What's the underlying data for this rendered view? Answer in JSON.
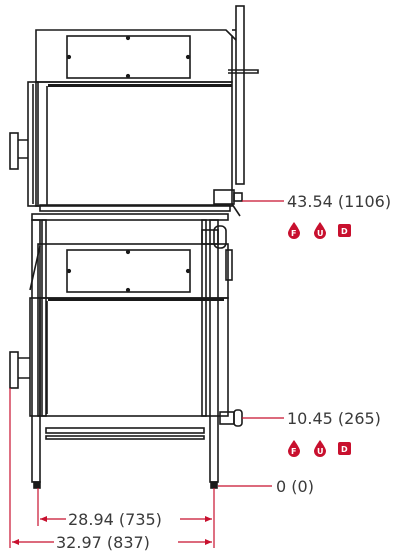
{
  "dimensions": {
    "upper_height": "43.54 (1106)",
    "lower_height": "10.45 (265)",
    "base_height": "0 (0)",
    "inner_width": "28.94 (735)",
    "outer_width": "32.97 (837)"
  },
  "connection_badges": [
    {
      "letter": "F"
    },
    {
      "letter": "U"
    },
    {
      "letter": "D"
    }
  ],
  "colors": {
    "accent": "#c8102e",
    "line": "#1a1a1a",
    "text": "#3a3a3a"
  }
}
